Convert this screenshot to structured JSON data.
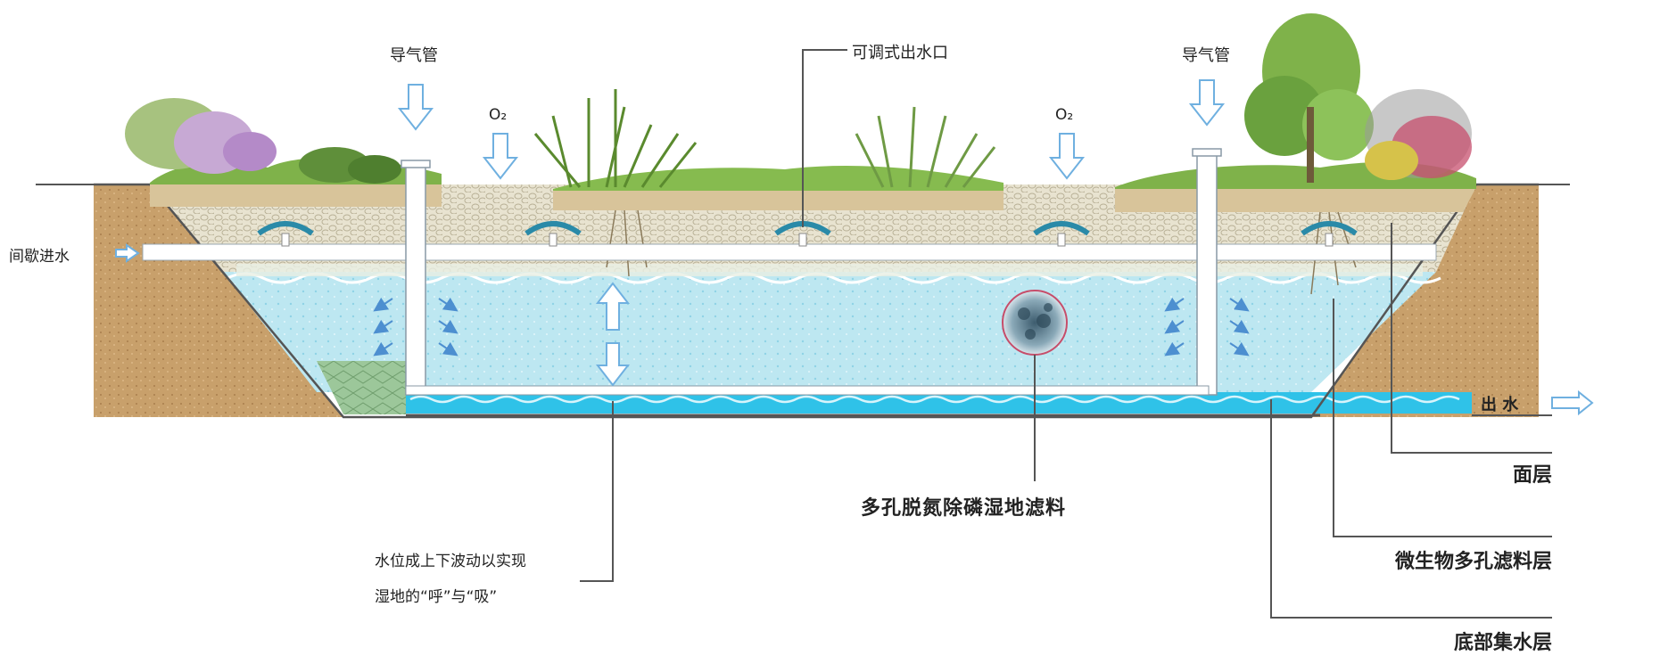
{
  "labels": {
    "vent_pipe_left": "导气管",
    "vent_pipe_right": "导气管",
    "adjustable_outlet": "可调式出水口",
    "intermittent_inflow": "间歇进水",
    "oxygen_left": "O₂",
    "oxygen_right": "O₂",
    "outflow": "出  水",
    "porous_filter": "多孔脱氮除磷湿地滤料",
    "water_level_line1": "水位成上下波动以实现",
    "water_level_line2": "湿地的“呼”与“吸”",
    "surface_layer": "面层",
    "microbe_layer": "微生物多孔滤料层",
    "bottom_layer": "底部集水层"
  },
  "colors": {
    "soil": "#c9a26e",
    "gravel": "#e7e2cf",
    "water": "#bfe8f2",
    "water_dark": "#6fcfe6",
    "bottom_water": "#2fc2e8",
    "pipe": "#ffffff",
    "arrow": "#6fb0e0",
    "grass": "#7fb24a",
    "leader_line": "#555555"
  }
}
